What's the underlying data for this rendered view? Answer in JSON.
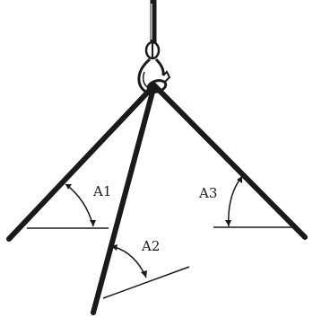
{
  "diagram": {
    "angle_labels": {
      "a1": "A1",
      "a2": "A2",
      "a3": "A3"
    },
    "colors": {
      "line": "#1a1a1a",
      "background": "#ffffff"
    },
    "icons": {
      "hook": "lifting-hook-icon"
    }
  }
}
